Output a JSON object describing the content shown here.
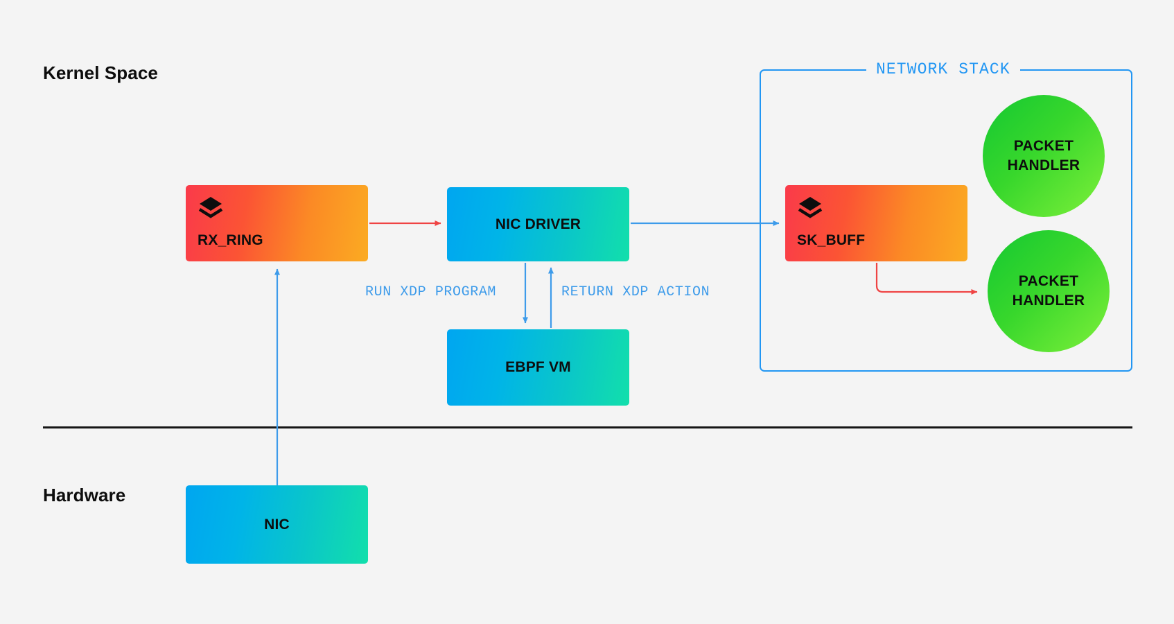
{
  "sections": {
    "kernel_space": "Kernel Space",
    "hardware": "Hardware"
  },
  "network_stack": {
    "title": "NETWORK STACK",
    "border_color": "#2196f3"
  },
  "nodes": {
    "rx_ring": {
      "label": "RX_RING",
      "icon": "layers-icon",
      "style": "warm-gradient"
    },
    "nic_driver": {
      "label": "NIC DRIVER",
      "style": "cool-gradient"
    },
    "ebpf_vm": {
      "label": "EBPF VM",
      "style": "cool-gradient"
    },
    "nic": {
      "label": "NIC",
      "style": "cool-gradient"
    },
    "sk_buff": {
      "label": "SK_BUFF",
      "icon": "layers-icon",
      "style": "warm-gradient"
    }
  },
  "handlers": [
    {
      "line1": "PACKET",
      "line2": "HANDLER"
    },
    {
      "line1": "PACKET",
      "line2": "HANDLER"
    }
  ],
  "edge_labels": {
    "run_xdp": "RUN XDP PROGRAM",
    "return_xdp": "RETURN XDP ACTION"
  },
  "colors": {
    "background": "#f4f4f4",
    "arrow_red": "#ef4444",
    "arrow_blue": "#3d9bea",
    "divider": "#161616",
    "warm_start": "#fa3a4a",
    "warm_end": "#fbab22",
    "cool_start": "#00a6f0",
    "cool_end": "#12dfab",
    "green_start": "#14c832",
    "green_end": "#7ef03a"
  }
}
